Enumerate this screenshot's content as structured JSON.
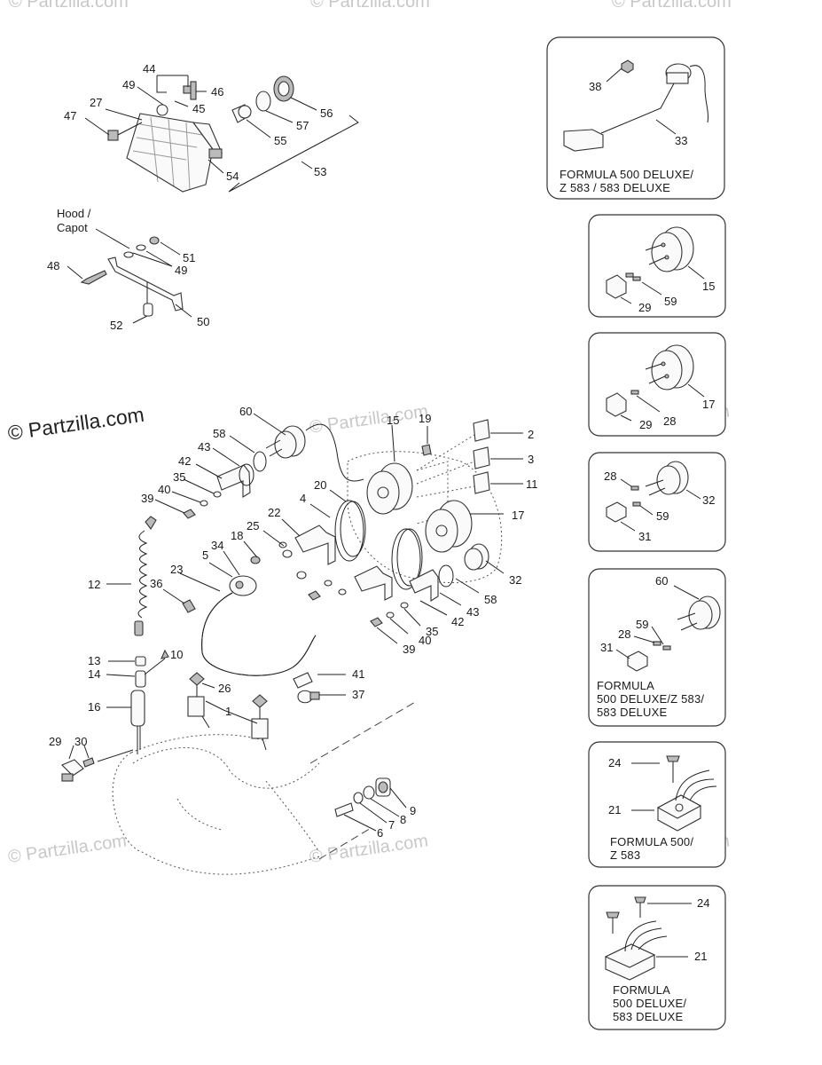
{
  "watermark": {
    "main": "© Partzilla.com",
    "faint": "© Partzilla.com"
  },
  "labels": {
    "l44": "44",
    "l49a": "49",
    "l46": "46",
    "l27": "27",
    "l45": "45",
    "l47": "47",
    "l55": "55",
    "l57": "57",
    "l56": "56",
    "l54": "54",
    "l53": "53",
    "hood": "Hood /",
    "capot": "Capot",
    "l48": "48",
    "l51": "51",
    "l49b": "49",
    "l52": "52",
    "l50": "50",
    "l60": "60",
    "l58": "58",
    "l43": "43",
    "l42": "42",
    "l35": "35",
    "l40": "40",
    "l39": "39",
    "l15": "15",
    "l19": "19",
    "l2": "2",
    "l3": "3",
    "l11": "11",
    "l20": "20",
    "l4": "4",
    "l17": "17",
    "l22": "22",
    "l25": "25",
    "l18": "18",
    "l34": "34",
    "l5": "5",
    "l23": "23",
    "l36": "36",
    "l12": "12",
    "l32": "32",
    "l58b": "58",
    "l43b": "43",
    "l42b": "42",
    "l35b": "35",
    "l40b": "40",
    "l39b": "39",
    "l13": "13",
    "l14": "14",
    "l10": "10",
    "l16": "16",
    "l26": "26",
    "l1": "1",
    "l41": "41",
    "l37": "37",
    "l29": "29",
    "l30": "30",
    "l9": "9",
    "l8": "8",
    "l7": "7",
    "l6": "6"
  },
  "panels": {
    "p1": {
      "l38": "38",
      "l33": "33",
      "caption": [
        "FORMULA 500 DELUXE/",
        "Z 583 / 583 DELUXE"
      ]
    },
    "p2": {
      "l15": "15",
      "l29": "29",
      "l59": "59"
    },
    "p3": {
      "l17": "17",
      "l29": "29",
      "l28": "28"
    },
    "p4": {
      "l28": "28",
      "l32": "32",
      "l59": "59",
      "l31": "31"
    },
    "p5": {
      "l60": "60",
      "l59": "59",
      "l28": "28",
      "l31": "31",
      "caption": [
        "FORMULA",
        "500 DELUXE/Z 583/",
        "583 DELUXE"
      ]
    },
    "p6": {
      "l24": "24",
      "l21": "21",
      "caption": [
        "FORMULA 500/",
        "Z 583"
      ]
    },
    "p7": {
      "l24": "24",
      "l21": "21",
      "caption": [
        "FORMULA",
        "500 DELUXE/",
        "583 DELUXE"
      ]
    }
  }
}
